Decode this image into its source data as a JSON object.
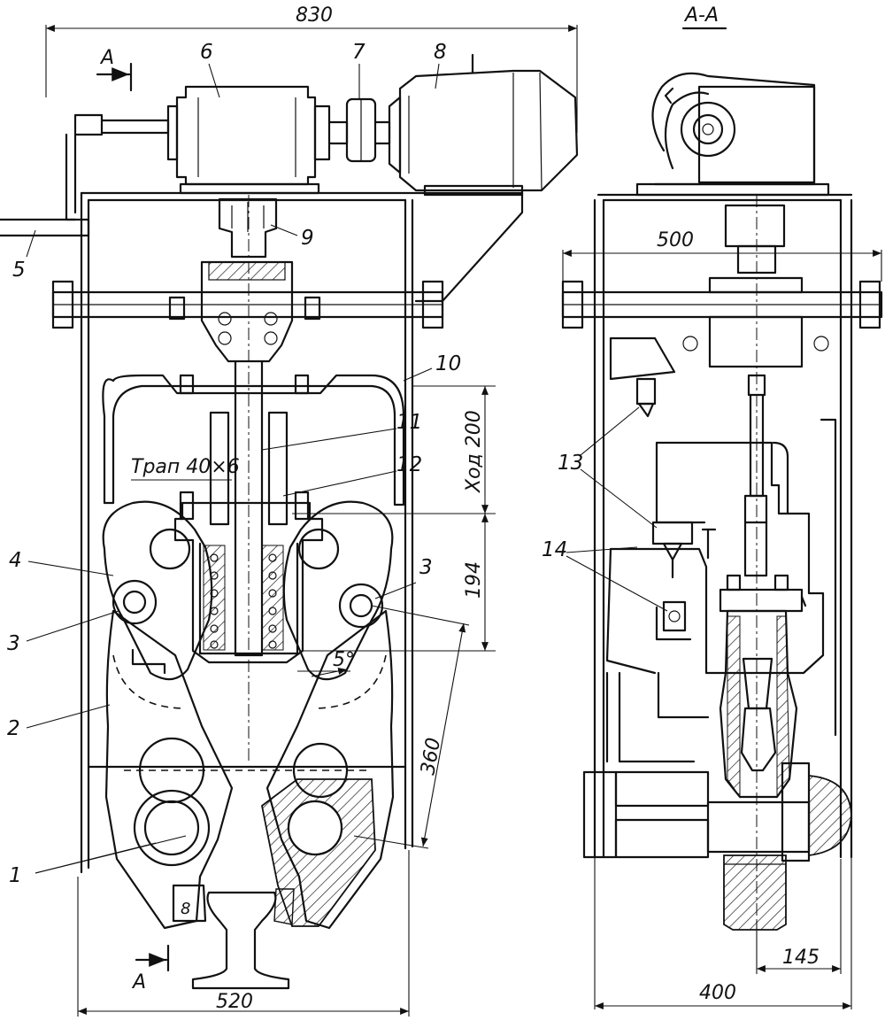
{
  "dimensions": {
    "overall_width": "830",
    "stroke": "Ход 200",
    "height_194": "194",
    "length_360": "360",
    "base_520": "520",
    "section_500": "500",
    "section_400": "400",
    "section_145": "145",
    "angle": "5°",
    "thread": "Трап 40×6"
  },
  "section": {
    "title": "А-А",
    "marker_letter": "А"
  },
  "callouts": {
    "c1": "1",
    "c2": "2",
    "c3a": "3",
    "c3b": "3",
    "c4": "4",
    "c5": "5",
    "c6": "6",
    "c7": "7",
    "c8": "8",
    "c9": "9",
    "c10": "10",
    "c11": "11",
    "c12": "12",
    "c13": "13",
    "c14": "14"
  }
}
